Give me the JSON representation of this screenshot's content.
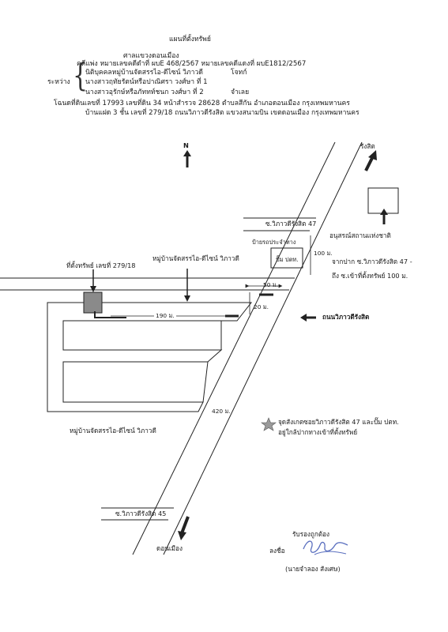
{
  "header": {
    "title": "แผนที่ตั้งทรัพย์",
    "court": "ศาลแขวงดอนเมือง",
    "case_line": "คดีแพ่ง หมายเลขคดีดำที่ ผบE 468/2567 หมายเลขคดีแดงที่ ผบE1812/2567",
    "between_label": "ระหว่าง",
    "plaintiff": "นิติบุคคลหมู่บ้านจัดสรรไอ-ดีไซน์ วิภาวดี",
    "plaintiff_role": "โจทก์",
    "defendant1": "นางสาวฤทัยรัตน์หรือปาณิศรา วงศ์ษา ที่ 1",
    "defendant2": "นางสาวอุรักษ์หรือภัททท์ชนก วงศ์ษา ที่ 2",
    "defendant_role": "จำเลย",
    "deed_line": "โฉนดที่ดินเลขที่ 17993 เลขที่ดิน 34 หน้าสำรวจ 28628 ตำบลสีกัน อำเภอดอนเมือง กรุงเทพมหานคร",
    "house_line": "บ้านแฝด 3 ชั้น เลขที่ 279/18 ถนนวิภาวดีรังสิต แขวงสนามบิน เขตดอนเมือง กรุงเทพมหานคร"
  },
  "map": {
    "north": "N",
    "to_rangsit": "รังสิต",
    "to_donmueang": "ดอนเมือง",
    "soi47": "ซ.วิภาวดีรังสิต 47",
    "soi45": "ซ.วิภาวดีรังสิต 45",
    "monument": "อนุสรณ์สถานแห่งชาติ",
    "bus_stop": "ป้ายรถประจำทาง",
    "ptt": "ปั๊ม ปตท.",
    "village_label_top": "หมู่บ้านจัดสรรไอ-ดีไซน์ วิภาวดี",
    "village_label_bottom": "หมู่บ้านจัดสรรไอ-ดีไซน์ วิภาวดี",
    "property": "ที่ตั้งทรัพย์ เลขที่ 279/18",
    "dist_100": "100 ม.",
    "dist_50": "50 ม.",
    "dist_20": "20 ม.",
    "dist_190": "190 ม.",
    "dist_420": "420 ม.",
    "route_line1": "จากปาก ซ.วิภาวดีรังสิต 47 -",
    "route_line2": "ถึง ซ.เข้าที่ตั้งทรัพย์ 100 ม.",
    "road_name": "ถนนวิภาวดีรังสิต",
    "note_line1": "จุดสังเกตซอยวิภาวดีรังสิต 47 และปั๊ม ปตท.",
    "note_line2": "อยู่ใกล้ปากทางเข้าที่ตั้งทรัพย์"
  },
  "signature": {
    "certify": "รับรองถูกต้อง",
    "sign_label": "ลงชื่อ",
    "name": "(นายจำลอง สังเศษ)"
  }
}
